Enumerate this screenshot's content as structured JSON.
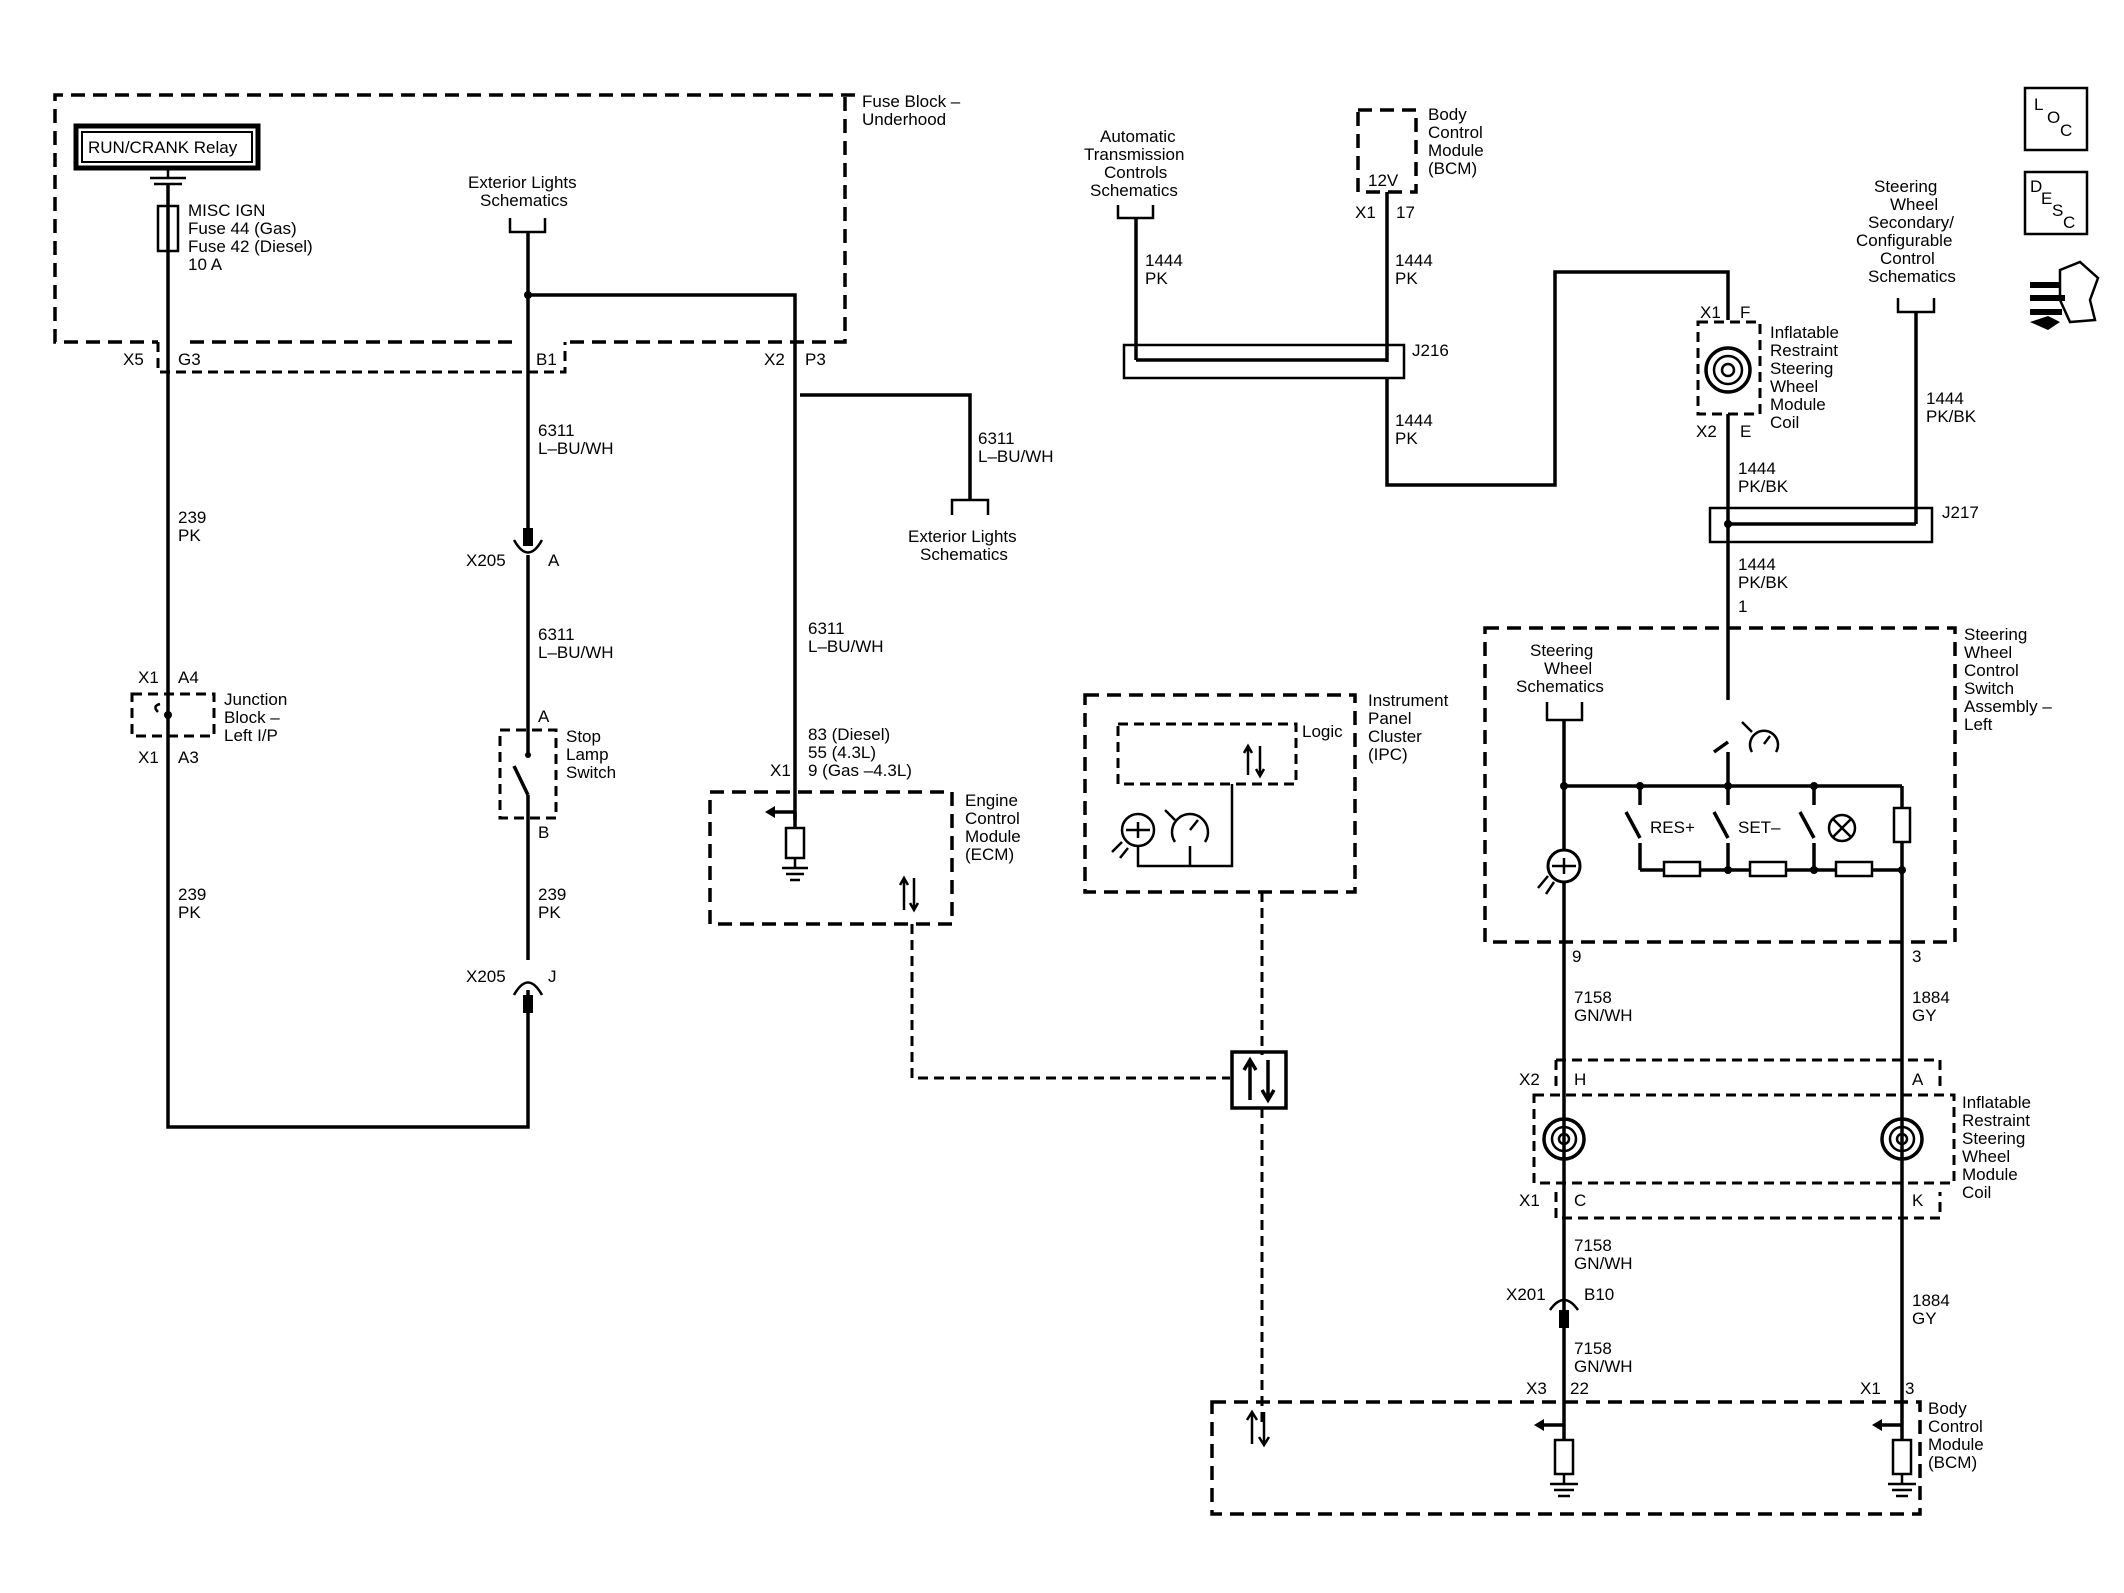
{
  "icons": {
    "loc": [
      "L",
      "O",
      "C"
    ],
    "desc": [
      "D",
      "E",
      "S",
      "C"
    ],
    "tools": "connector-tool-icon"
  },
  "fuse_block": {
    "title1": "Fuse Block –",
    "title2": "Underhood",
    "relay": "RUN/CRANK Relay",
    "fuse": [
      "MISC IGN",
      "Fuse 44 (Gas)",
      "Fuse 42 (Diesel)",
      "10 A"
    ],
    "pins": {
      "x5": "X5",
      "g3": "G3",
      "b1": "B1",
      "x2": "X2",
      "p3": "P3"
    }
  },
  "ext_lights_top": [
    "Exterior Lights",
    "Schematics"
  ],
  "ext_lights_bottom": [
    "Exterior Lights",
    "Schematics"
  ],
  "wires": {
    "w239_top": [
      "239",
      "PK"
    ],
    "w239_bot": [
      "239",
      "PK"
    ],
    "w239_mid": [
      "239",
      "PK"
    ],
    "w6311_a": [
      "6311",
      "L–BU/WH"
    ],
    "w6311_b": [
      "6311",
      "L–BU/WH"
    ],
    "w6311_c": [
      "6311",
      "L–BU/WH"
    ],
    "w6311_d": [
      "6311",
      "L–BU/WH"
    ],
    "w1444_tcm": [
      "1444",
      "PK"
    ],
    "w1444_bcm": [
      "1444",
      "PK"
    ],
    "w1444_j216": [
      "1444",
      "PK"
    ],
    "w1444_coil": [
      "1444",
      "PK/BK"
    ],
    "w1444_secondary": [
      "1444",
      "PK/BK"
    ],
    "w1444_j217": [
      "1444",
      "PK/BK"
    ],
    "w7158_a": [
      "7158",
      "GN/WH"
    ],
    "w7158_b": [
      "7158",
      "GN/WH"
    ],
    "w7158_c": [
      "7158",
      "GN/WH"
    ],
    "w1884_a": [
      "1884",
      "GY"
    ],
    "w1884_b": [
      "1884",
      "GY"
    ]
  },
  "junction_block": {
    "name": [
      "Junction",
      "Block –",
      "Left I/P"
    ],
    "x1a": "X1",
    "a4": "A4",
    "x1b": "X1",
    "a3": "A3"
  },
  "x205a": {
    "conn": "X205",
    "pin": "A"
  },
  "x205j": {
    "conn": "X205",
    "pin": "J"
  },
  "stop_lamp": {
    "name": [
      "Stop",
      "Lamp",
      "Switch"
    ],
    "pin_a": "A",
    "pin_b": "B"
  },
  "ecm": {
    "name": [
      "Engine",
      "Control",
      "Module",
      "(ECM)"
    ],
    "pins": [
      "83 (Diesel)",
      "55 (4.3L)",
      "9 (Gas –4.3L)"
    ],
    "x1": "X1"
  },
  "ipc": {
    "name": [
      "Instrument",
      "Panel",
      "Cluster",
      "(IPC)"
    ],
    "logic": "Logic"
  },
  "tcm_ref": [
    "Automatic",
    "Transmission",
    "Controls",
    "Schematics"
  ],
  "bcm_top": {
    "name": [
      "Body",
      "Control",
      "Module",
      "(BCM)"
    ],
    "v": "12V",
    "x1": "X1",
    "pin": "17"
  },
  "j216": "J216",
  "j217": "J217",
  "coil_top": {
    "name": [
      "Inflatable",
      "Restraint",
      "Steering",
      "Wheel",
      "Module",
      "Coil"
    ],
    "x1": "X1",
    "f": "F",
    "x2": "X2",
    "e": "E"
  },
  "sw_secondary": [
    "Steering",
    "Wheel",
    "Secondary/",
    "Configurable",
    "Control",
    "Schematics"
  ],
  "sw_assembly": {
    "name": [
      "Steering",
      "Wheel",
      "Control",
      "Switch",
      "Assembly –",
      "Left"
    ],
    "pin1": "1",
    "res": "RES+",
    "set": "SET–",
    "pin9": "9",
    "pin3": "3"
  },
  "sw_schematics": [
    "Steering",
    "Wheel",
    "Schematics"
  ],
  "coil_bottom": {
    "name": [
      "Inflatable",
      "Restraint",
      "Steering",
      "Wheel",
      "Module",
      "Coil"
    ],
    "x2": "X2",
    "h": "H",
    "a": "A",
    "x1": "X1",
    "c": "C",
    "k": "K"
  },
  "x201": {
    "conn": "X201",
    "pin": "B10"
  },
  "bcm_bottom": {
    "name": [
      "Body",
      "Control",
      "Module",
      "(BCM)"
    ],
    "x3": "X3",
    "p22": "22",
    "x1": "X1",
    "p3": "3"
  }
}
